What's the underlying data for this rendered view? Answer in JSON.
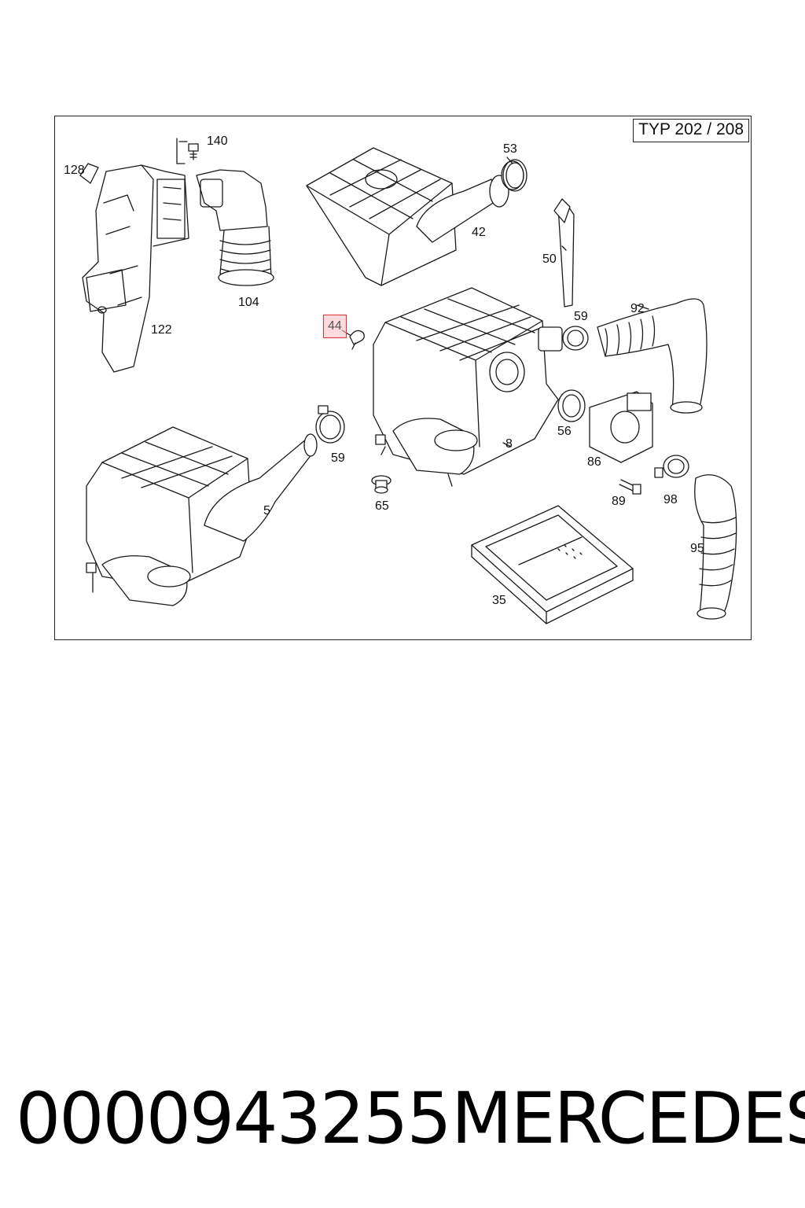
{
  "diagram": {
    "model_label": "TYP 202 / 208",
    "callouts": [
      {
        "id": "140",
        "text": "140"
      },
      {
        "id": "128",
        "text": "128"
      },
      {
        "id": "104",
        "text": "104"
      },
      {
        "id": "122",
        "text": "122"
      },
      {
        "id": "53",
        "text": "53"
      },
      {
        "id": "42",
        "text": "42"
      },
      {
        "id": "50",
        "text": "50"
      },
      {
        "id": "44",
        "text": "44",
        "highlighted": true
      },
      {
        "id": "59a",
        "text": "59"
      },
      {
        "id": "92",
        "text": "92"
      },
      {
        "id": "8",
        "text": "8"
      },
      {
        "id": "56",
        "text": "56"
      },
      {
        "id": "86",
        "text": "86"
      },
      {
        "id": "59b",
        "text": "59"
      },
      {
        "id": "65",
        "text": "65"
      },
      {
        "id": "89",
        "text": "89"
      },
      {
        "id": "98",
        "text": "98"
      },
      {
        "id": "5",
        "text": "5"
      },
      {
        "id": "95",
        "text": "95"
      },
      {
        "id": "35",
        "text": "35"
      }
    ],
    "highlight_color": "#e0303a"
  },
  "footer": {
    "part_number": "0000943255",
    "brand": "MERCEDES"
  }
}
